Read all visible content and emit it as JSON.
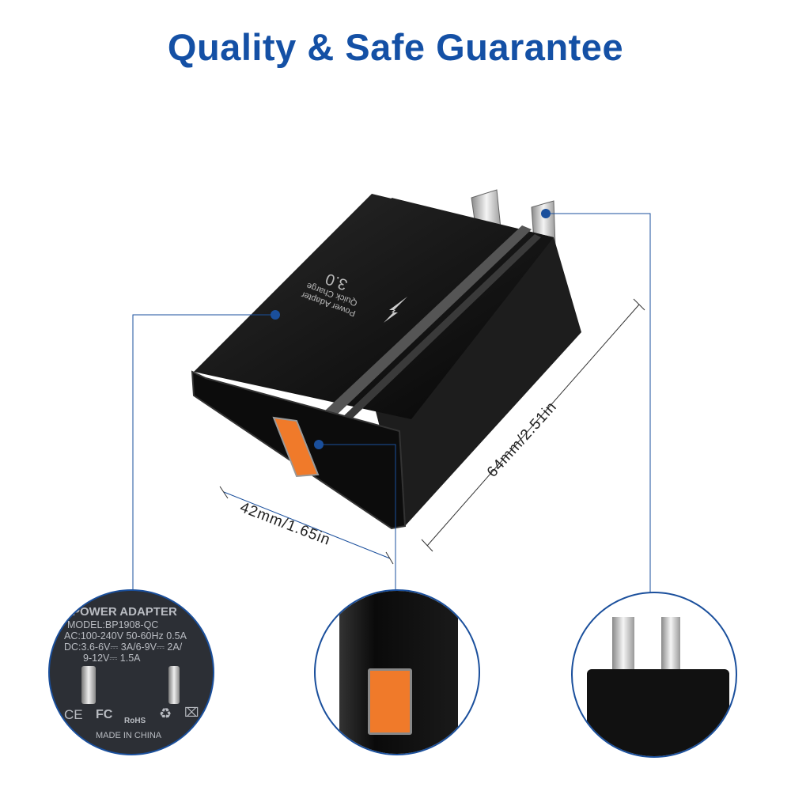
{
  "title": "Quality & Safe Guarantee",
  "product_print": {
    "line1": "Power Adapter",
    "line2": "Quick Charge",
    "version": "3.0"
  },
  "dimensions": {
    "width": "42mm/1.65in",
    "height": "64mm/2.51in"
  },
  "label_detail": {
    "heading": "POWER ADAPTER",
    "model": "MODEL:BP1908-QC",
    "ac": "AC:100-240V 50-60Hz 0.5A",
    "dc1": "DC:3.6-6V⎓ 3A/6-9V⎓ 2A/",
    "dc2": "9-12V⎓ 1.5A",
    "marks": [
      "CE",
      "FC",
      "RoHS"
    ],
    "origin": "MADE IN CHINA"
  },
  "colors": {
    "accent": "#1450a5",
    "usb_port": "#f07a2a",
    "body": "#141414"
  }
}
